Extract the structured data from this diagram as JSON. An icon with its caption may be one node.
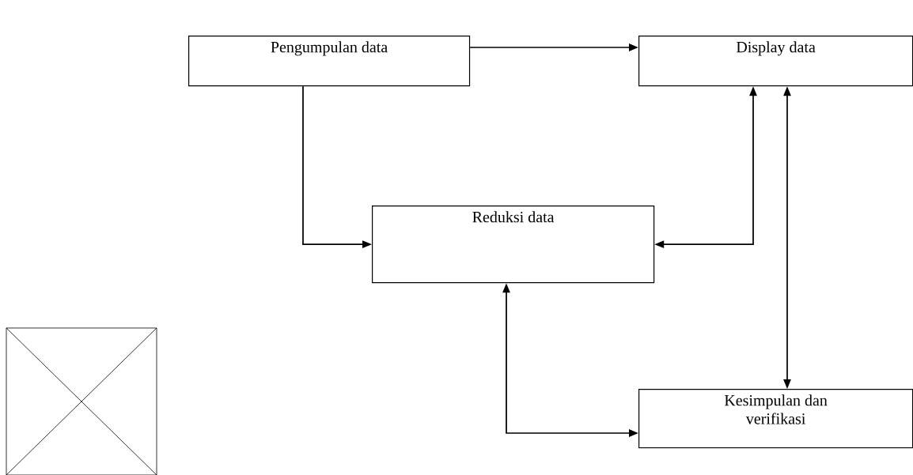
{
  "diagram": {
    "nodes": [
      {
        "text": [
          "Pengumpulan data"
        ]
      },
      {
        "text": [
          "Display data"
        ]
      },
      {
        "text": [
          "Reduksi data"
        ]
      },
      {
        "text": [
          "Kesimpulan dan verifikasi"
        ]
      }
    ],
    "edges": [
      {
        "from": 0,
        "to": 1,
        "arrow": "to"
      },
      {
        "from": 0,
        "to": 2,
        "arrow": "to"
      },
      {
        "from": 2,
        "to": 1,
        "arrow": "both"
      },
      {
        "from": 2,
        "to": 3,
        "arrow": "both"
      },
      {
        "from": 1,
        "to": 3,
        "arrow": "both"
      }
    ]
  }
}
